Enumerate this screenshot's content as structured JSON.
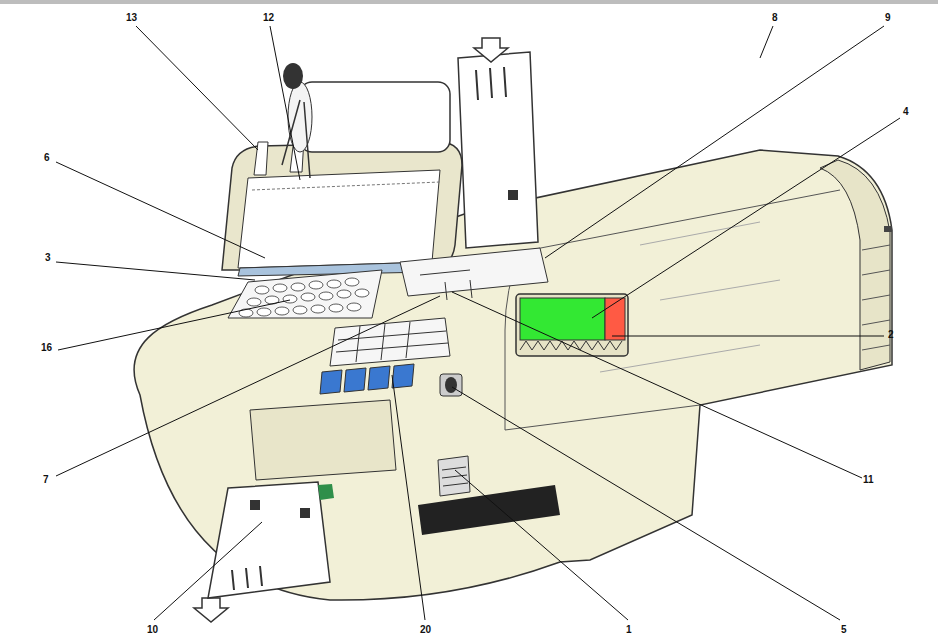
{
  "diagram": {
    "labels": [
      "13",
      "12",
      "8",
      "9",
      "4",
      "6",
      "3",
      "2",
      "16",
      "11",
      "7",
      "10",
      "20",
      "1",
      "5"
    ]
  }
}
